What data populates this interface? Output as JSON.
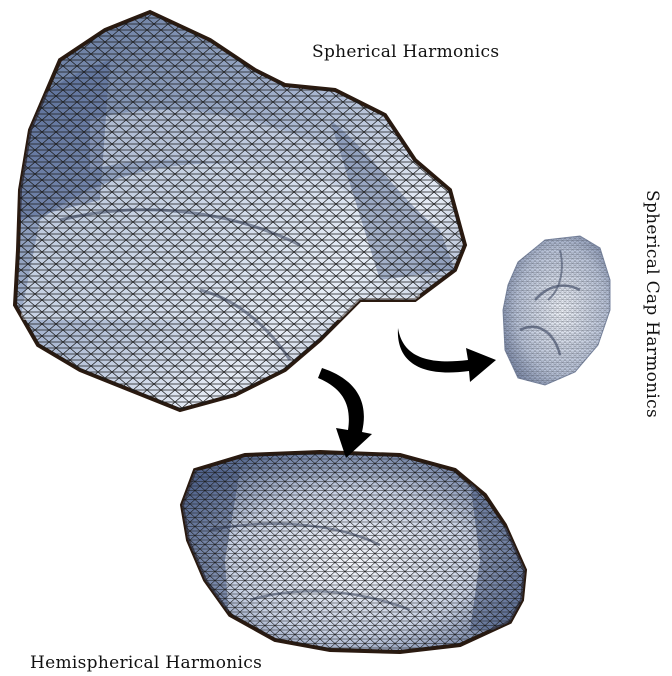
{
  "labels": {
    "spherical": "Spherical Harmonics",
    "hemispherical": "Hemispherical Harmonics",
    "spherical_cap": "Spherical Cap Harmonics"
  },
  "colors": {
    "mesh_fill_dark": "#4a5f86",
    "mesh_fill_mid": "#8ea0c2",
    "mesh_fill_light": "#dfe6f2",
    "mesh_line": "#1e1e1e",
    "outline": "#2a1a10",
    "arrow": "#000000"
  },
  "icons": [
    "curved-arrow-icon",
    "curved-arrow-icon"
  ]
}
